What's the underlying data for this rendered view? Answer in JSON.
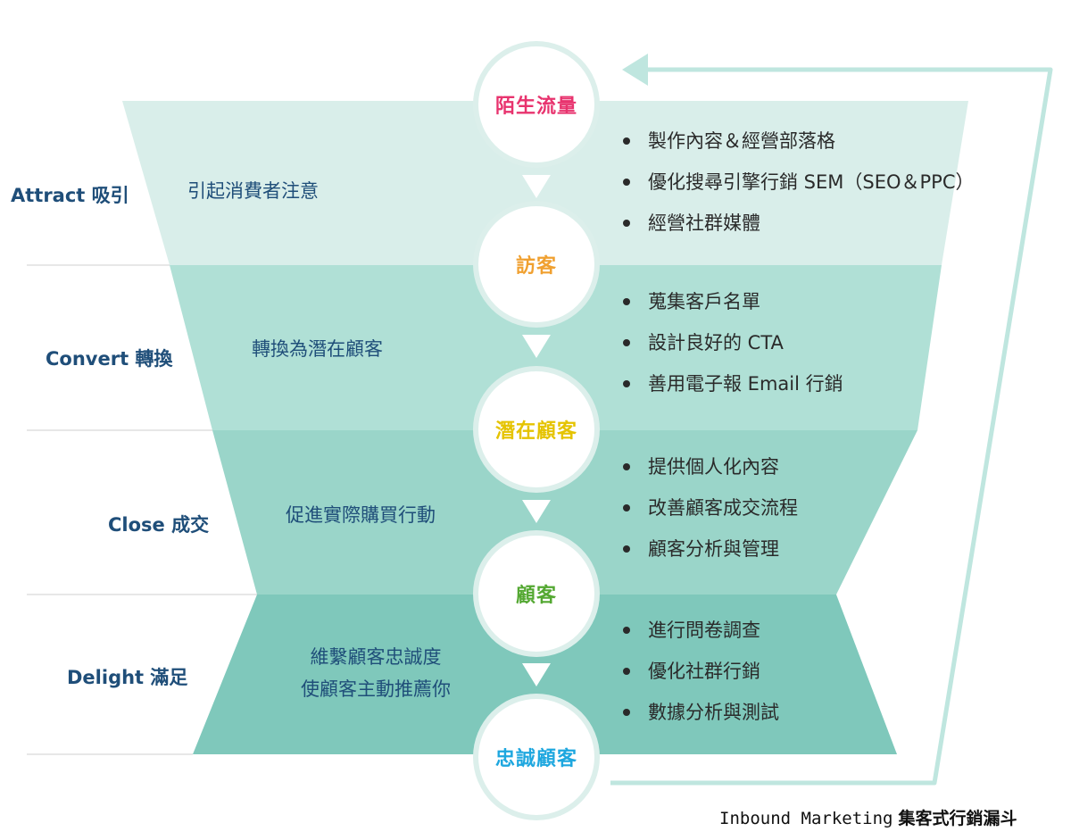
{
  "funnel": {
    "colors": {
      "band_1": "#d9eeea",
      "band_2": "#b0e0d6",
      "band_3": "#9ad5c9",
      "band_4": "#7fc8bb",
      "return_arrow": "#bfe6df",
      "label_text": "#1f4e79"
    },
    "stages": [
      {
        "label": "Attract 吸引",
        "goal": [
          "引起消費者注意"
        ],
        "tactics": [
          "製作內容＆經營部落格",
          "優化搜尋引擎行銷 SEM（SEO＆PPC）",
          "經營社群媒體"
        ]
      },
      {
        "label": "Convert 轉換",
        "goal": [
          "轉換為潛在顧客"
        ],
        "tactics": [
          "蒐集客戶名單",
          "設計良好的 CTA",
          "善用電子報 Email 行銷"
        ]
      },
      {
        "label": "Close 成交",
        "goal": [
          "促進實際購買行動"
        ],
        "tactics": [
          "提供個人化內容",
          "改善顧客成交流程",
          "顧客分析與管理"
        ]
      },
      {
        "label": "Delight 滿足",
        "goal": [
          "維繫顧客忠誠度",
          "使顧客主動推薦你"
        ],
        "tactics": [
          "進行問卷調查",
          "優化社群行銷",
          "數據分析與測試"
        ]
      }
    ],
    "nodes": [
      {
        "label": "陌生流量",
        "color": "#e8336e"
      },
      {
        "label": "訪客",
        "color": "#f0a030"
      },
      {
        "label": "潛在顧客",
        "color": "#e5c300"
      },
      {
        "label": "顧客",
        "color": "#54a832"
      },
      {
        "label": "忠誠顧客",
        "color": "#1ea7df"
      }
    ]
  },
  "caption": {
    "english": "Inbound Marketing",
    "chinese": "集客式行銷漏斗"
  }
}
